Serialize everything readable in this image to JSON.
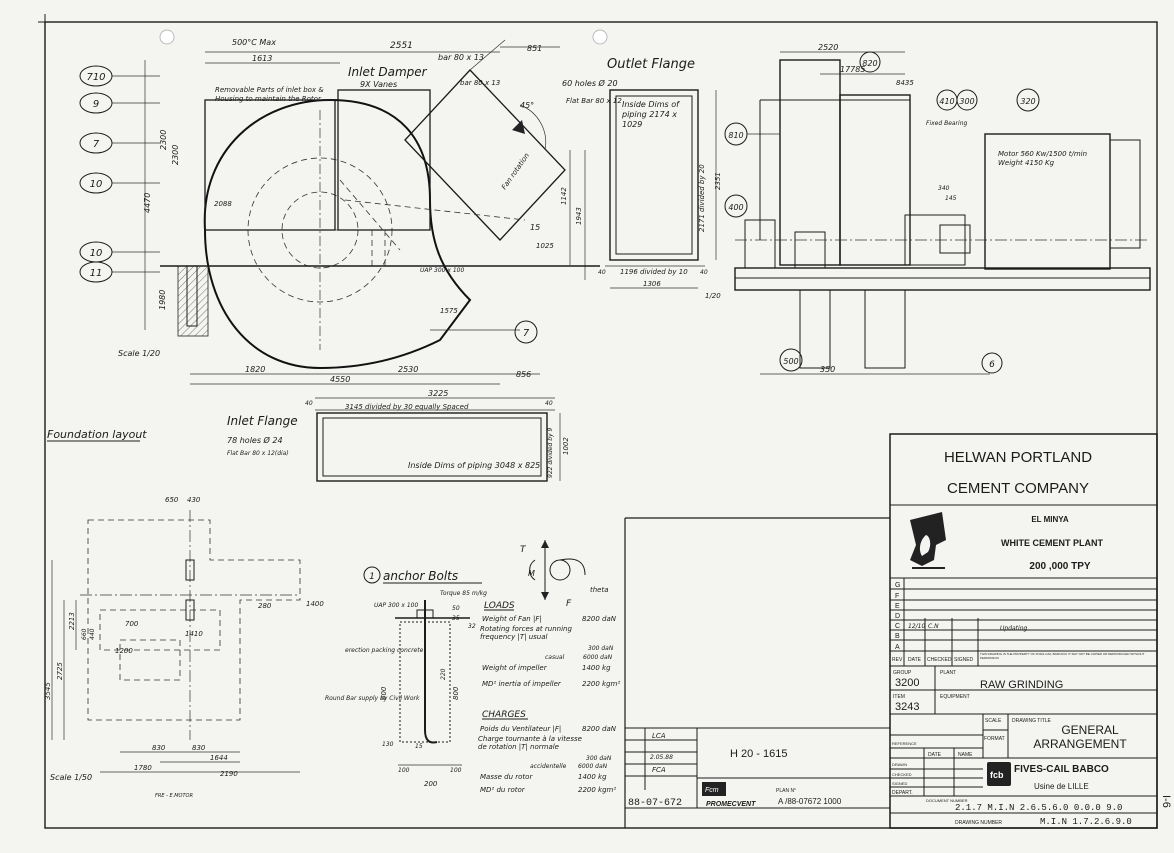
{
  "damper_view": {
    "callouts": [
      "710",
      "9",
      "7",
      "10",
      "10",
      "11"
    ],
    "callout_7b": "7",
    "title": "Inlet Damper",
    "vanes": "9X Vanes",
    "note": "Removable Parts of inlet box & Housing to maintain the Rotor",
    "temp": "500°C Max",
    "dim_top": "2551",
    "dim_1613": "1613",
    "bar_80x13": "bar 80 x 13",
    "dim_851": "851",
    "angle_45": "45°",
    "fan_rotation": "Fan rotation",
    "dim_2088": "2088",
    "dim_4470": "4470",
    "dim_2300": "2300",
    "dim_2300b": "2300",
    "dim_1980": "1980",
    "dim_1142": "1142",
    "dim_1943": "1943",
    "dim_1025": "1025",
    "dim_15": "15",
    "dim_1575": "1575",
    "uap": "UAP 300 x 100",
    "scale": "Scale 1/20",
    "dim_1820": "1820",
    "dim_2530": "2530",
    "dim_4550": "4550",
    "dim_856": "856"
  },
  "outlet_flange": {
    "title": "Outlet Flange",
    "holes": "60 holes Ø 20",
    "flat_bar": "Flat Bar 80 x 12",
    "inside": "Inside Dims of piping 2174 x 1029",
    "divided": "1196 divided by 10",
    "dim_1306": "1306",
    "dim_40": "40",
    "dim_40b": "40",
    "side_div": "2171 divided by 20",
    "dim_2351": "2351",
    "scale": "1/20"
  },
  "side_view": {
    "callouts": [
      "820",
      "810",
      "400",
      "410",
      "300",
      "320",
      "500",
      "6"
    ],
    "dim_2520": "2520",
    "dim_17785": "17785",
    "dim_8435": "8435",
    "fixed_bearing": "Fixed Bearing",
    "motor": "Motor 560 Kw/1500 t/min Weight 4150 Kg",
    "dim_340": "340",
    "dim_145": "145",
    "dim_350": "350"
  },
  "inlet_flange": {
    "title": "Inlet Flange",
    "holes": "78 holes Ø 24",
    "flat_bar": "Flat Bar 80 x 12(dia)",
    "dim_3225": "3225",
    "divided": "3145 divided by 30 equally Spaced",
    "inside": "Inside Dims of piping 3048 x 825",
    "dim_40": "40",
    "dim_40b": "40",
    "dim_1002": "1002",
    "side_div": "922 divided by 9"
  },
  "foundation": {
    "title": "Foundation layout",
    "dims_v": [
      "3545",
      "2725",
      "2213",
      "660",
      "440"
    ],
    "dims_h": [
      "830",
      "830",
      "1644",
      "1780",
      "2190"
    ],
    "dims_top": [
      "650",
      "430"
    ],
    "dim_700": "700",
    "dim_1410": "1410",
    "dim_1200": "1200",
    "dim_280": "280",
    "dim_1400": "1400",
    "scale": "Scale 1/50",
    "mark": "FRE - E.MOTOR"
  },
  "anchor": {
    "number": "1",
    "title": "anchor Bolts",
    "torque": "Torque 85 m/kg",
    "uap": "UAP 300 x 100",
    "erection": "erection packing concrete",
    "round_bar": "Round Bar supply by Civil Work",
    "dims": [
      "50",
      "35",
      "600",
      "800",
      "220",
      "15",
      "130",
      "100",
      "200",
      "100",
      "32"
    ],
    "loads_head": "LOADS",
    "loads": [
      {
        "label": "Weight of Fan |F|",
        "value": "8200 daN"
      },
      {
        "label": "Rotating forces at running frequency |T|  usual",
        "value": "300 daN"
      },
      {
        "label": "casual",
        "value": "6000 daN"
      },
      {
        "label": "Weight of impeller",
        "value": "1400 kg"
      },
      {
        "label": "MD² inertia of impeller",
        "value": "2200 kgm²"
      }
    ],
    "charges_head": "CHARGES",
    "charges": [
      {
        "label": "Poids du Ventilateur |F|",
        "value": "8200 daN"
      },
      {
        "label": "Charge tournante à la vitesse de rotation |T|  normale",
        "value": "300 daN"
      },
      {
        "label": "accidentelle",
        "value": "6000 daN"
      },
      {
        "label": "Masse du rotor",
        "value": "1400 kg"
      },
      {
        "label": "MD² du rotor",
        "value": "2200 kgm²"
      }
    ],
    "force_T": "T",
    "force_M": "M",
    "force_F": "F",
    "theta": "theta"
  },
  "stamps": {
    "dossier": "H 20 - 1615",
    "ref": "88-07-672",
    "sig_1": "LCA",
    "sig_2": "FCA",
    "date_1": "2.05.88",
    "plan_label": "PLAN N°",
    "plan": "A  /88-07672 1000",
    "logo": "Fcm",
    "promecvent": "PROMECVENT"
  },
  "title_block": {
    "company_1": "HELWAN PORTLAND",
    "company_2": "CEMENT COMPANY",
    "plant_1": "EL MINYA",
    "plant_2": "WHITE CEMENT PLANT",
    "plant_3": "200 ,000 TPY",
    "rev_letters": [
      "G",
      "F",
      "E",
      "D",
      "C",
      "B",
      "A"
    ],
    "rev_c_date": "12/10",
    "rev_c_by": "C.N",
    "rev_c_desc": "Updating",
    "rev_headers": [
      "REV",
      "DATE",
      "CHECKED",
      "SIGNED"
    ],
    "notice": "THIS DRAWING IS THE PROPERTY OF FIVES-CAIL BABCOCK IT MAY NOT BE COPIED OR REPRODUCED WITHOUT PERMISSION",
    "group_label": "GROUP",
    "group": "3200",
    "plant_label": "PLANT",
    "plant": "RAW GRINDING",
    "item_label": "ITEM",
    "item": "3243",
    "equipment_label": "EQUIPMENT",
    "scale_label": "SCALE",
    "drawing_title_label": "DRAWING TITLE",
    "format_label": "FORMAT",
    "title_1": "GENERAL",
    "title_2": "ARRANGEMENT",
    "left_labels": [
      "REFERENCE",
      "DRAWN",
      "CHECKED",
      "SIGNED",
      "DEPART."
    ],
    "date_label": "DATE",
    "name_label": "NAME",
    "fcb_logo": "fcb",
    "fcb_1": "FIVES-CAIL BABCO",
    "fcb_2": "Usine de LILLE",
    "doc_label": "DOCUMENT NUMBER",
    "doc_number": "2.1.7 M.I.N 2.6.5.6.0 0.0.0 9.0",
    "drawing_number_label": "DRAWING NUMBER",
    "drawing_number": "M.I.N 1.7.2.6.9.0",
    "sheet": "I-6"
  }
}
